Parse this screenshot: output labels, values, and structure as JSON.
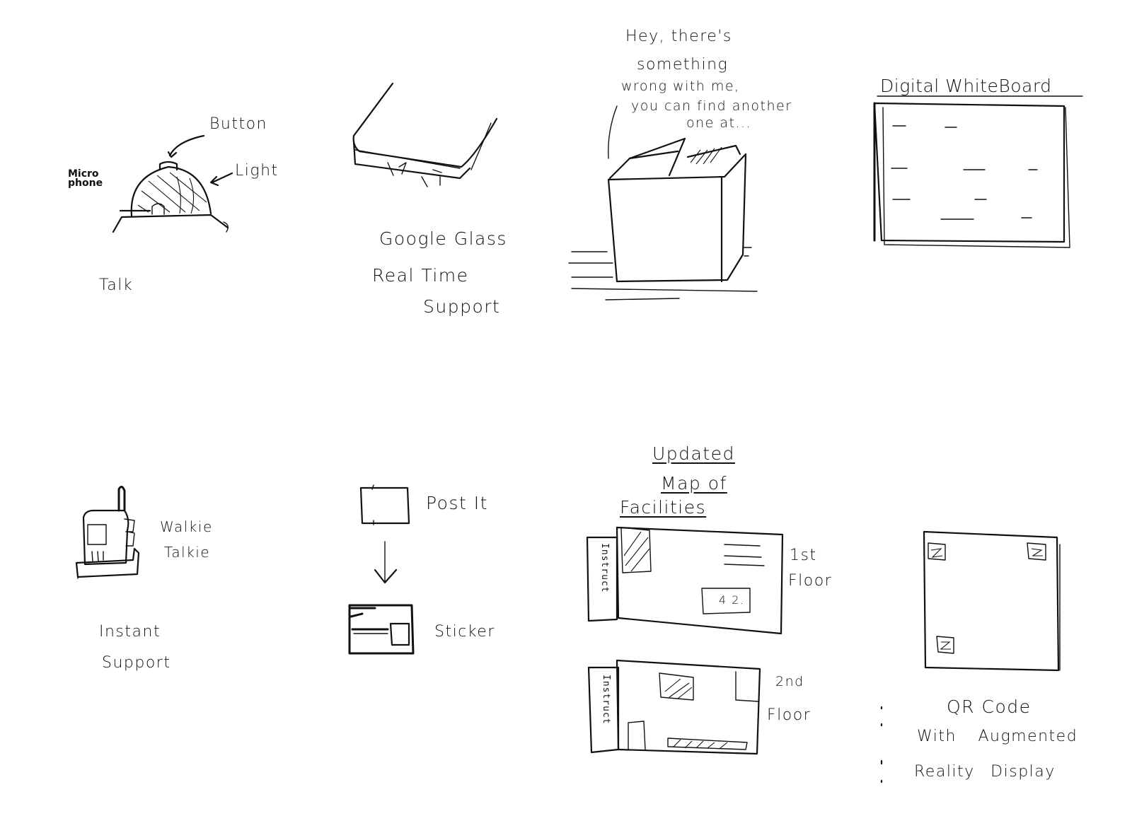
{
  "sketches": {
    "talk": {
      "button_label": "Button",
      "light_label": "Light",
      "microphone_label": "Micro\nphone",
      "caption": "Talk"
    },
    "google_glass": {
      "title": "Google Glass",
      "caption_line1": "Real Time",
      "caption_line2": "Support"
    },
    "box": {
      "speech_line1": "Hey, there's",
      "speech_line2": "something",
      "speech_line3": "wrong with me,",
      "speech_line4": "you can find another",
      "speech_line5": "one at..."
    },
    "whiteboard": {
      "title": "Digital WhiteBoard"
    },
    "walkie": {
      "label_line1": "Walkie",
      "label_line2": "Talkie",
      "caption_line1": "Instant",
      "caption_line2": "Support"
    },
    "postit": {
      "postit_label": "Post It",
      "sticker_label": "Sticker"
    },
    "map": {
      "title_line1": "Updated",
      "title_line2": "Map of",
      "title_line3": "Facilities",
      "floor1_label_sup": "1st",
      "floor1_label": "Floor",
      "floor2_label_top": "2nd",
      "floor2_label": "Floor",
      "side_text": "Instruct",
      "code_text": "4 2."
    },
    "qr": {
      "caption_line1": "QR Code",
      "caption_line2": "With Augmented",
      "caption_line3": "Reality Display"
    }
  }
}
